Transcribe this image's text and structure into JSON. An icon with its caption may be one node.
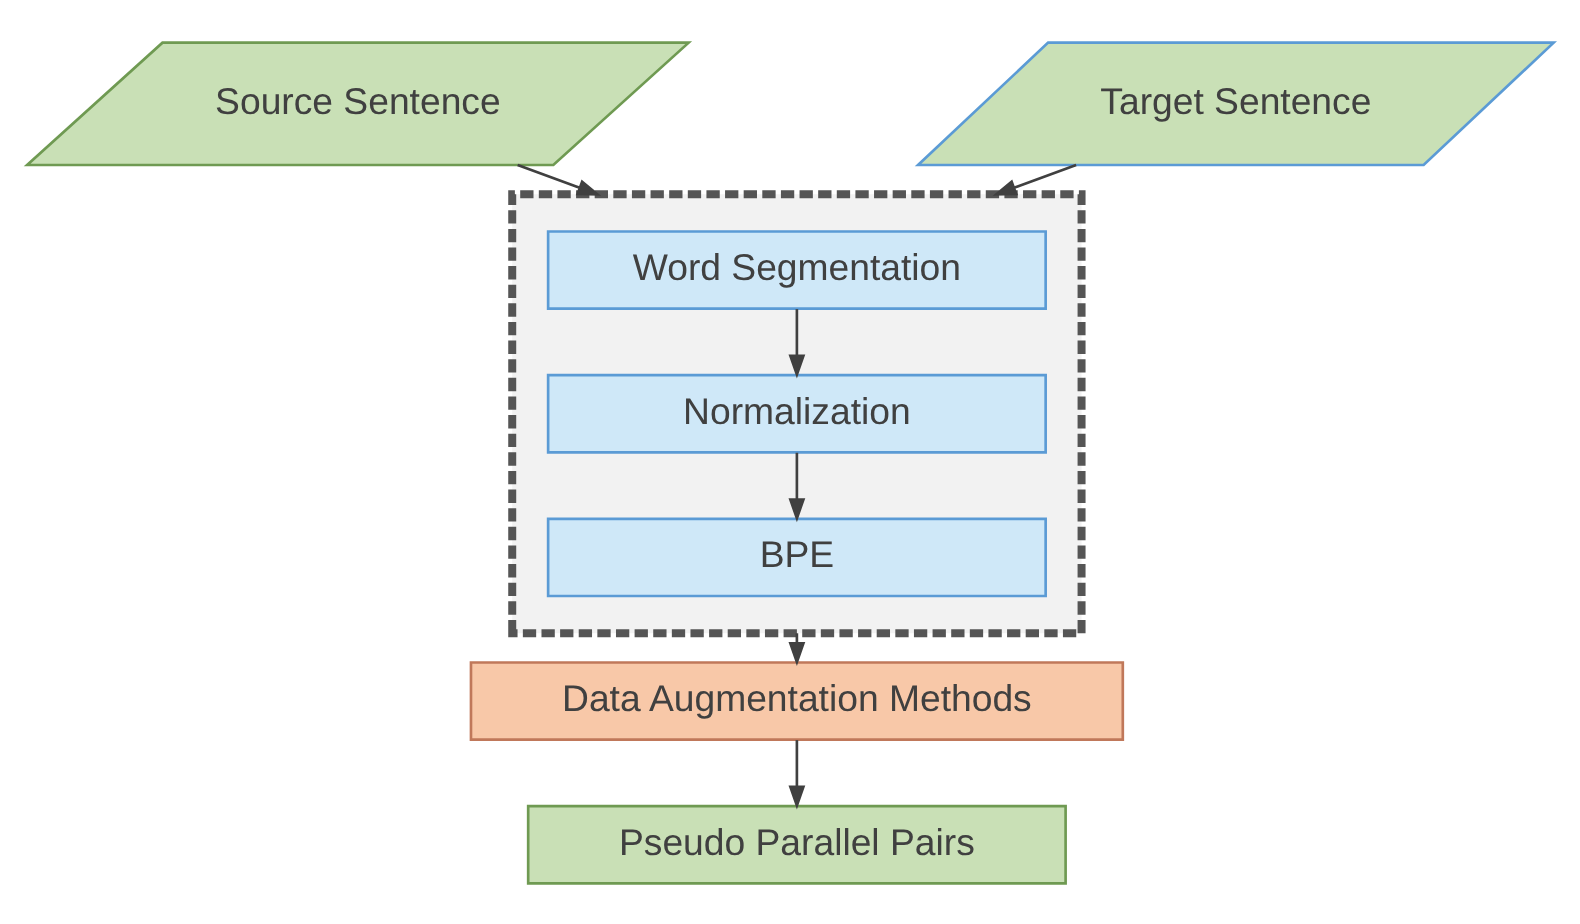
{
  "diagram": {
    "nodes": [
      {
        "text": [
          "Source Sentence"
        ]
      },
      {
        "text": [
          "Target Sentence"
        ]
      },
      {
        "text": [],
        "shape": "box"
      },
      {
        "text": [
          "Word Segmentation"
        ],
        "in": 2
      },
      {
        "text": [
          "Normalization"
        ],
        "in": 2
      },
      {
        "text": [
          "BPE"
        ],
        "in": 2
      },
      {
        "text": [
          "Data Augmentation Methods"
        ]
      },
      {
        "text": [
          "Pseudo Parallel Pairs"
        ]
      }
    ],
    "edges": [
      {
        "from": 0,
        "to": 2,
        "arrow": "to"
      },
      {
        "from": 1,
        "to": 2,
        "arrow": "to"
      },
      {
        "from": 3,
        "to": 4,
        "arrow": "to"
      },
      {
        "from": 4,
        "to": 5,
        "arrow": "to"
      },
      {
        "from": 2,
        "to": 6,
        "arrow": "to"
      },
      {
        "from": 6,
        "to": 7,
        "arrow": "to"
      }
    ]
  }
}
